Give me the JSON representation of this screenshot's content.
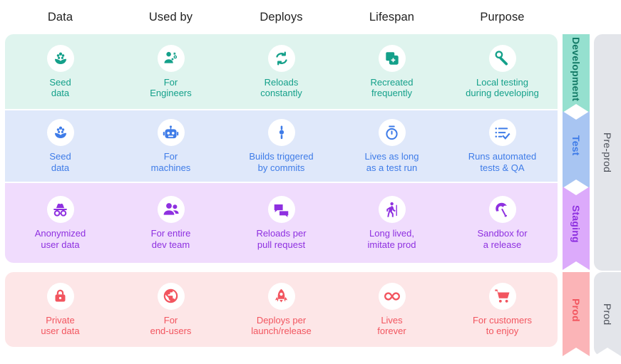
{
  "columns": [
    {
      "key": "data",
      "label": "Data"
    },
    {
      "key": "used_by",
      "label": "Used by"
    },
    {
      "key": "deploys",
      "label": "Deploys"
    },
    {
      "key": "lifespan",
      "label": "Lifespan"
    },
    {
      "key": "purpose",
      "label": "Purpose"
    }
  ],
  "rows": [
    {
      "key": "development",
      "stage_label": "Development",
      "bg": "#dff4ee",
      "text_color": "#14a08a",
      "arrow_color": "#95e0cf",
      "cells": [
        {
          "icon": "seed-flower-icon",
          "label": "Seed\ndata"
        },
        {
          "icon": "engineer-person-gear-icon",
          "label": "For\nEngineers"
        },
        {
          "icon": "refresh-loop-icon",
          "label": "Reloads\nconstantly"
        },
        {
          "icon": "copy-add-icon",
          "label": "Recreated\nfrequently"
        },
        {
          "icon": "wrench-icon",
          "label": "Local testing\nduring developing"
        }
      ]
    },
    {
      "key": "test",
      "stage_label": "Test",
      "bg": "#dfe8fa",
      "text_color": "#3f7ce8",
      "arrow_color": "#a8c5f2",
      "cells": [
        {
          "icon": "seed-flower-icon",
          "label": "Seed\ndata"
        },
        {
          "icon": "robot-icon",
          "label": "For\nmachines"
        },
        {
          "icon": "commit-node-icon",
          "label": "Builds triggered\nby commits"
        },
        {
          "icon": "stopwatch-icon",
          "label": "Lives as long\nas a test run"
        },
        {
          "icon": "checklist-icon",
          "label": "Runs automated\ntests & QA"
        }
      ]
    },
    {
      "key": "staging",
      "stage_label": "Staging",
      "bg": "#f0dcfd",
      "text_color": "#8e30e0",
      "arrow_color": "#dcaafb",
      "cells": [
        {
          "icon": "incognito-icon",
          "label": "Anonymized\nuser data"
        },
        {
          "icon": "people-group-icon",
          "label": "For entire\ndev team"
        },
        {
          "icon": "chat-bubbles-icon",
          "label": "Reloads per\npull request"
        },
        {
          "icon": "elderly-walking-icon",
          "label": "Long lived,\nimitate prod"
        },
        {
          "icon": "beach-umbrella-icon",
          "label": "Sandbox for\na release"
        }
      ]
    },
    {
      "key": "prod",
      "stage_label": "Prod",
      "bg": "#fde6e7",
      "text_color": "#f2555f",
      "arrow_color": "#fbb4b7",
      "cells": [
        {
          "icon": "lock-icon",
          "label": "Private\nuser data"
        },
        {
          "icon": "globe-public-icon",
          "label": "For\nend-users"
        },
        {
          "icon": "rocket-launch-icon",
          "label": "Deploys per\nlaunch/release"
        },
        {
          "icon": "infinity-icon",
          "label": "Lives\nforever"
        },
        {
          "icon": "shopping-cart-icon",
          "label": "For customers\nto enjoy"
        }
      ]
    }
  ],
  "groups": [
    {
      "key": "preprod",
      "label": "Pre-prod",
      "color": "#e3e5ea"
    },
    {
      "key": "prod",
      "label": "Prod",
      "color": "#e3e5ea"
    }
  ]
}
